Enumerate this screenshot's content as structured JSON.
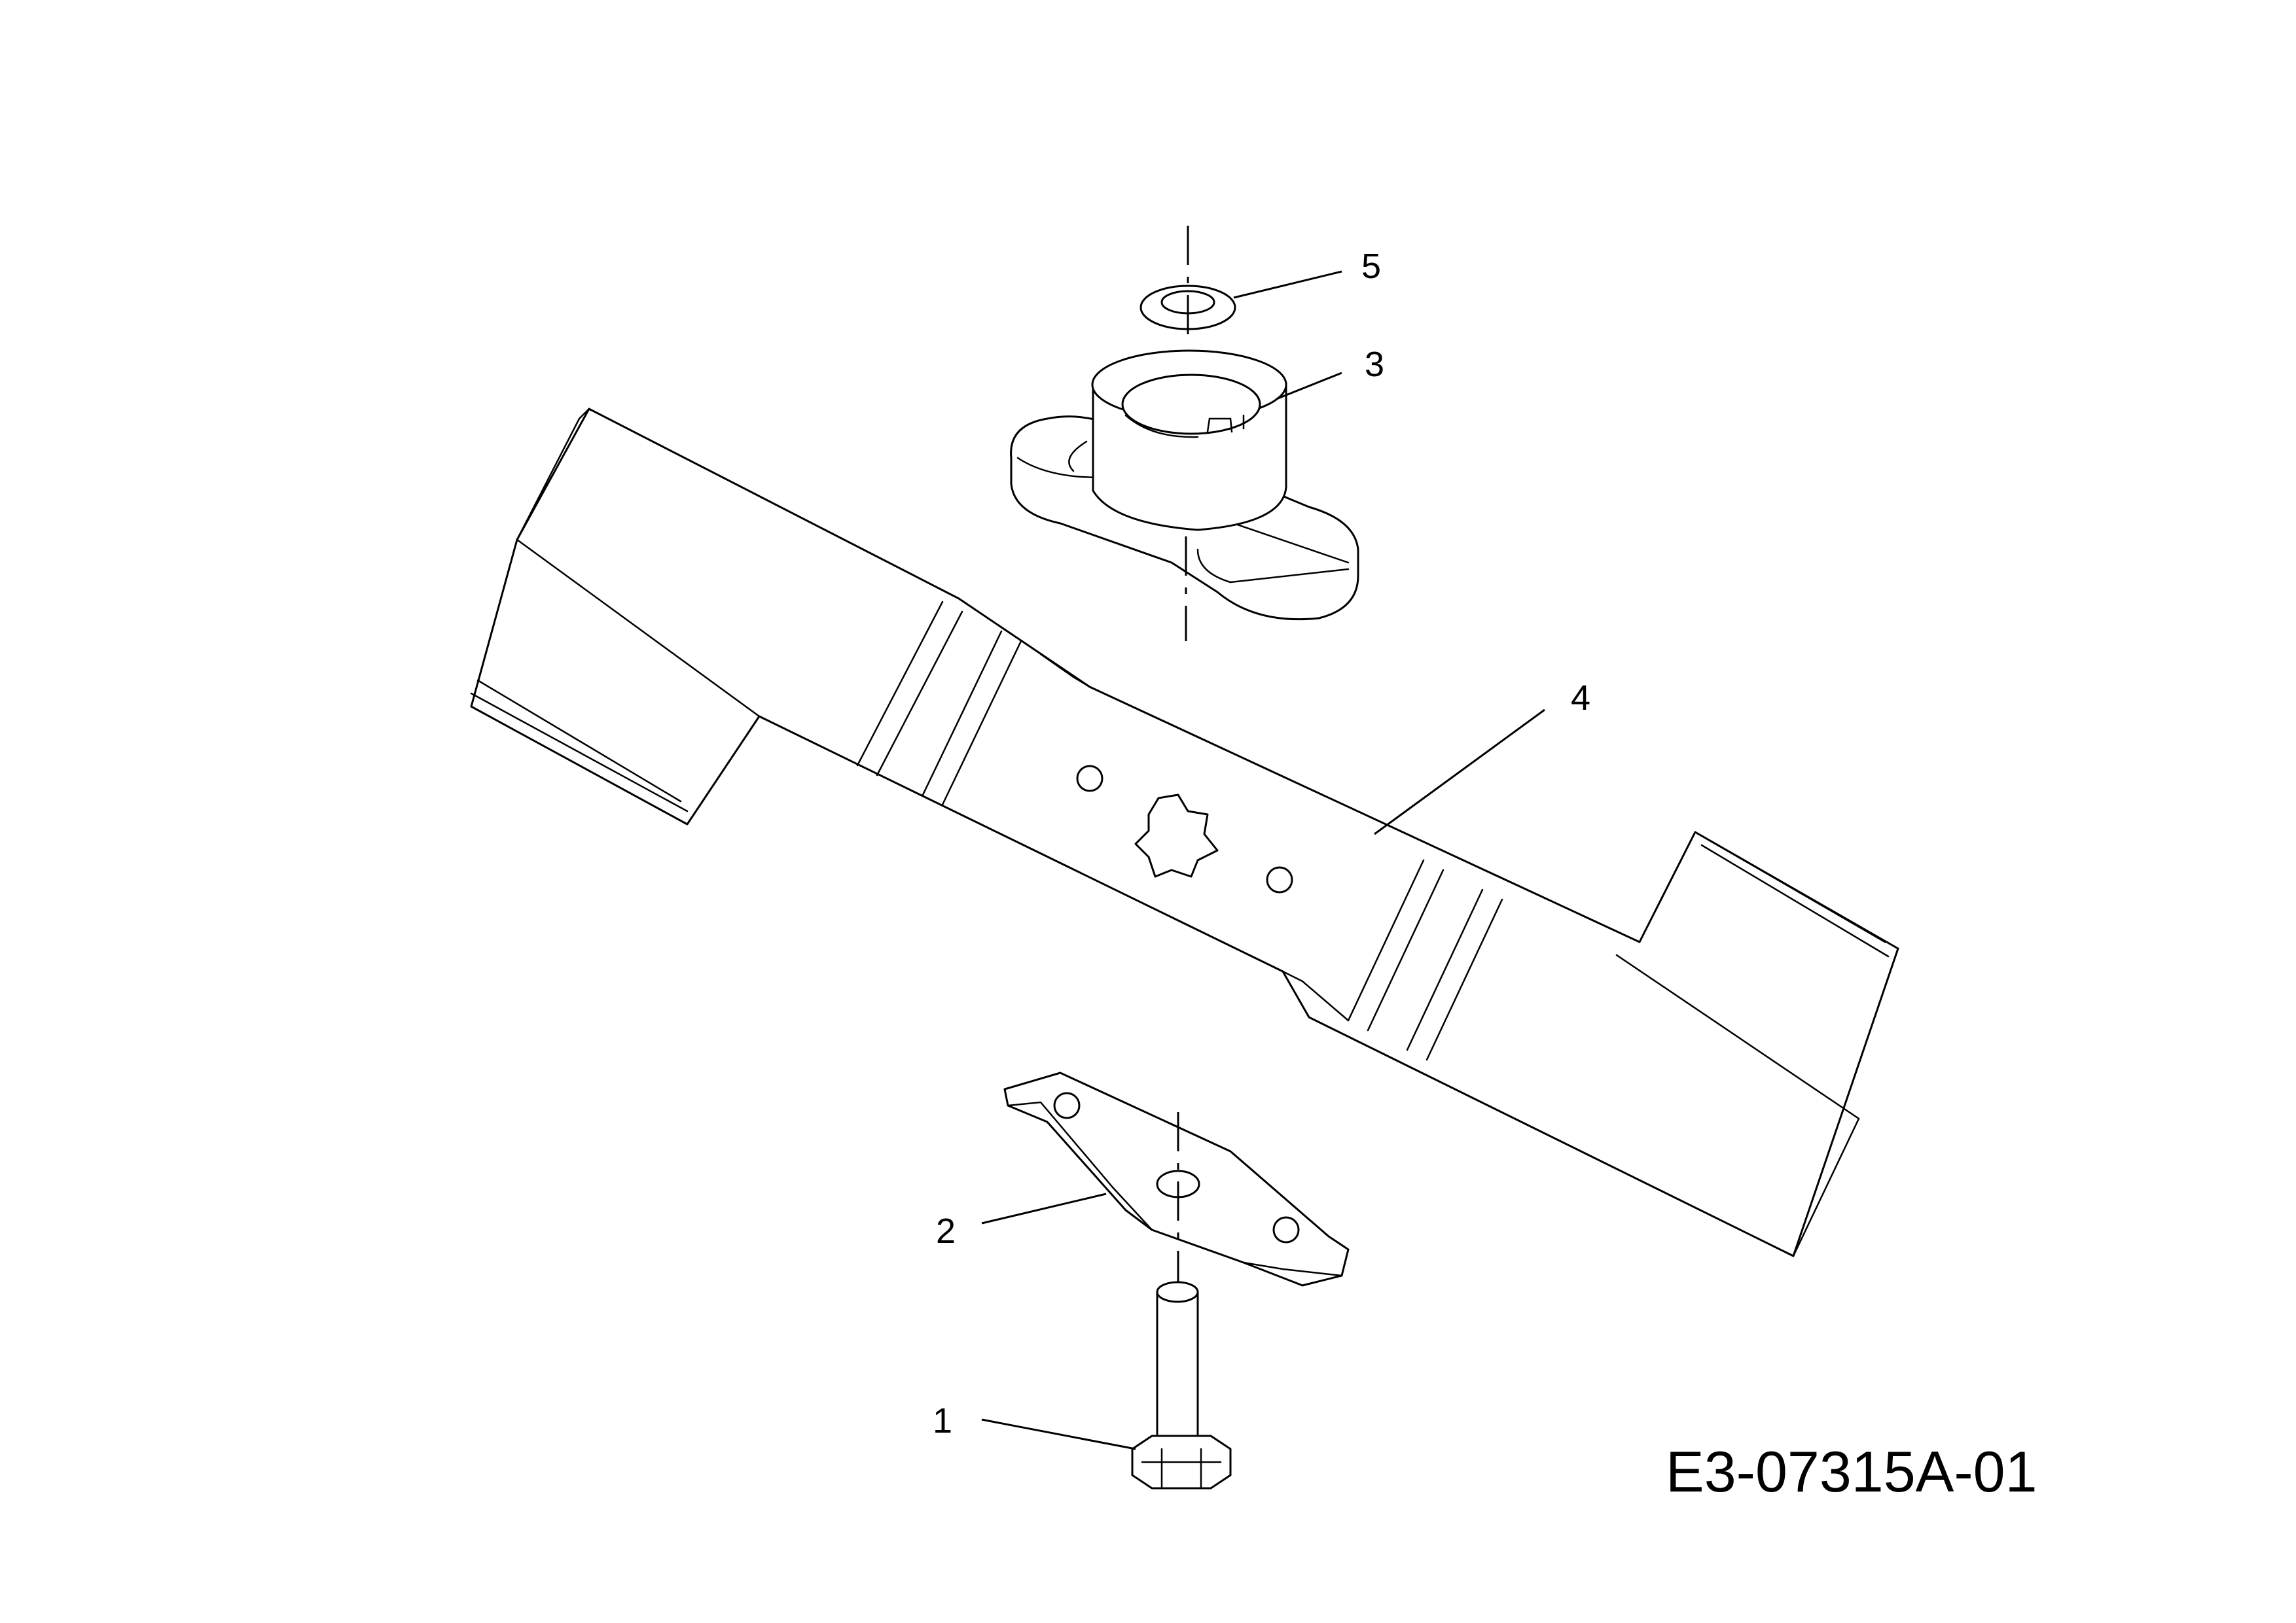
{
  "callouts": [
    {
      "id": "1",
      "label": "1"
    },
    {
      "id": "2",
      "label": "2"
    },
    {
      "id": "3",
      "label": "3"
    },
    {
      "id": "4",
      "label": "4"
    },
    {
      "id": "5",
      "label": "5"
    }
  ],
  "drawing_id": "E3-07315A-01"
}
